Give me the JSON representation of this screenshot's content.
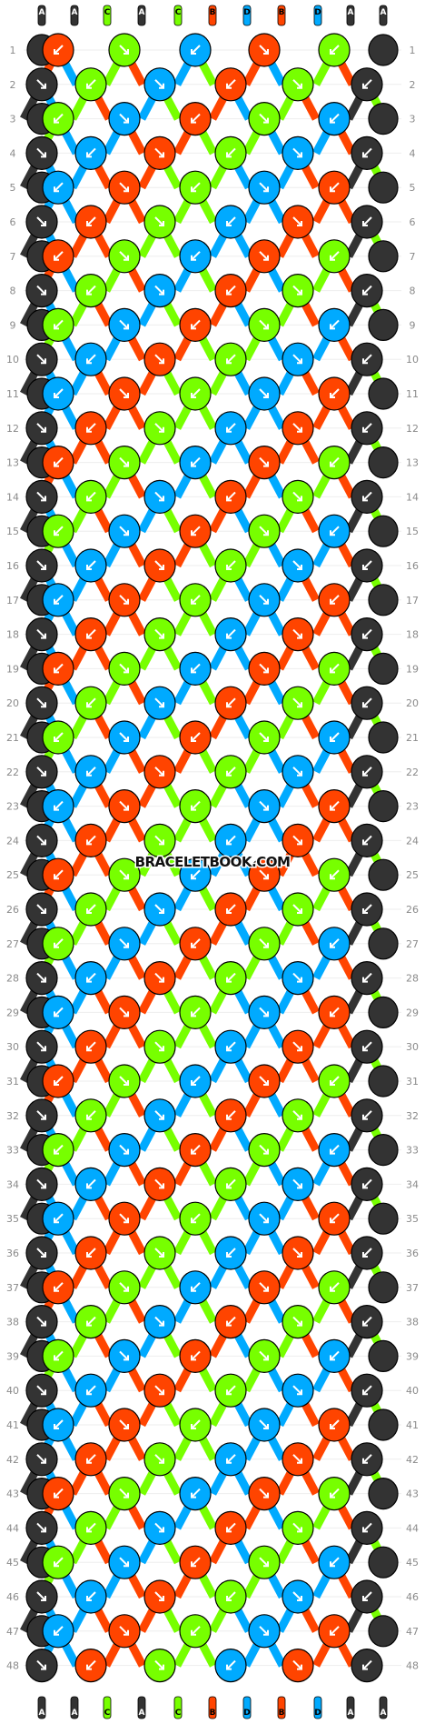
{
  "colors": {
    "A": "#333333",
    "B": "#ff4400",
    "C": "#77ff00",
    "D": "#00aaff"
  },
  "strands_top": [
    "A",
    "A",
    "C",
    "A",
    "C",
    "B",
    "D",
    "B",
    "D",
    "A",
    "A"
  ],
  "strands_bottom": [
    "A",
    "A",
    "C",
    "A",
    "C",
    "B",
    "D",
    "B",
    "D",
    "A",
    "A"
  ],
  "row_count": 48,
  "watermark": "BRACELETBOOK.COM",
  "pattern_legend": "knot rows alternate 5 knots (odd rows) and 6 knots (even rows); each knot shows a direction arrow icon"
}
